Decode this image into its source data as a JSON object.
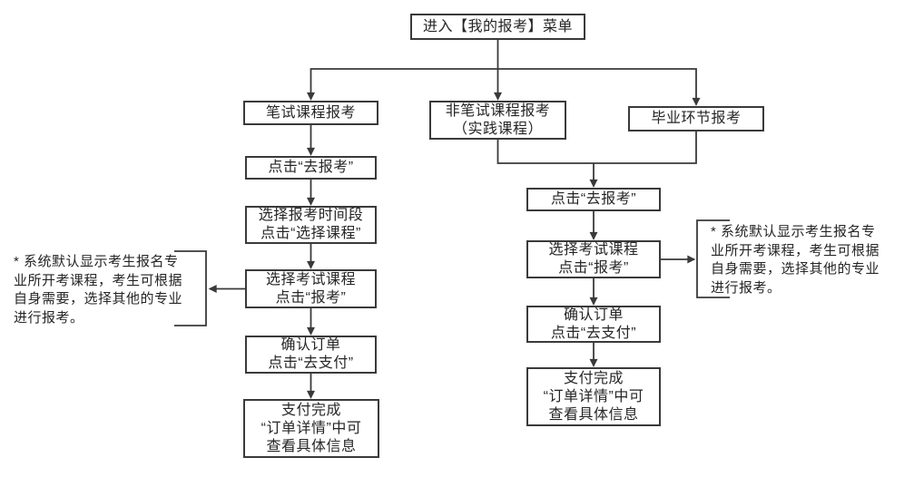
{
  "diagram": {
    "title_semantic": "exam-registration-flowchart",
    "colors": {
      "line": "#3a3a3a",
      "text": "#262626",
      "background": "#ffffff"
    },
    "nodes": {
      "start": {
        "lines": [
          "进入【我的报考】菜单"
        ]
      },
      "written": {
        "lines": [
          "笔试课程报考"
        ]
      },
      "practical": {
        "lines": [
          "非笔试课程报考",
          "（实践课程）"
        ]
      },
      "graduation": {
        "lines": [
          "毕业环节报考"
        ]
      },
      "left": [
        {
          "lines": [
            "点击“去报考”"
          ]
        },
        {
          "lines": [
            "选择报考时间段",
            "点击“选择课程”"
          ]
        },
        {
          "lines": [
            "选择考试课程",
            "点击“报考”"
          ]
        },
        {
          "lines": [
            "确认订单",
            "点击“去支付”"
          ]
        },
        {
          "lines": [
            "支付完成",
            "“订单详情”中可",
            "查看具体信息"
          ]
        }
      ],
      "right": [
        {
          "lines": [
            "点击“去报考”"
          ]
        },
        {
          "lines": [
            "选择考试课程",
            "点击“报考”"
          ]
        },
        {
          "lines": [
            "确认订单",
            "点击“去支付”"
          ]
        },
        {
          "lines": [
            "支付完成",
            "“订单详情”中可",
            "查看具体信息"
          ]
        }
      ]
    },
    "notes": {
      "left": {
        "lines": [
          "* 系统默认显示考生报名专",
          "业所开考课程，考生可根据",
          "自身需要，选择其他的专业",
          "进行报考。"
        ]
      },
      "right": {
        "lines": [
          "* 系统默认显示考生报名专",
          "业所开考课程，考生可根据",
          "自身需要，选择其他的专业",
          "进行报考。"
        ]
      }
    }
  }
}
